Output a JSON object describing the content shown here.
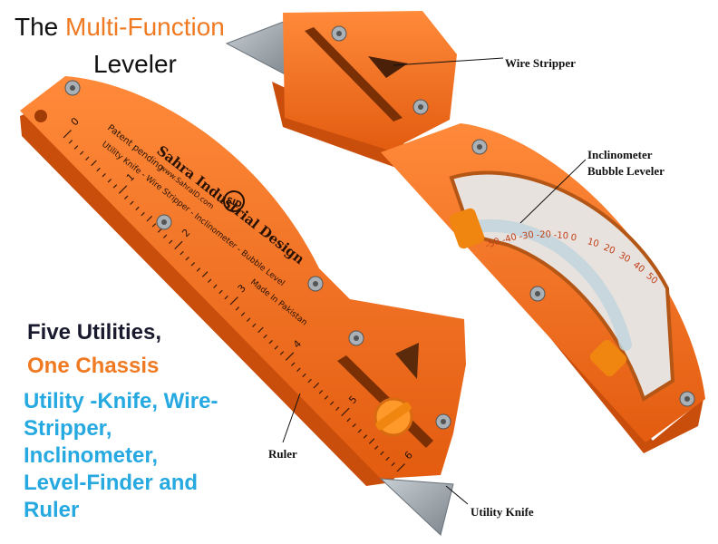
{
  "title": {
    "prefix": "The ",
    "accent": "Multi-Function",
    "line2": "Leveler"
  },
  "tagline": {
    "line1": "Five Utilities,",
    "line2": "One Chassis"
  },
  "uses": [
    "Utility -Knife, Wire-",
    "Stripper,",
    "Inclinometer,",
    "Level-Finder and",
    "Ruler"
  ],
  "callouts": {
    "wire_stripper": "Wire Stripper",
    "inclinometer_line1": "Inclinometer",
    "inclinometer_line2": "Bubble Leveler",
    "ruler": "Ruler",
    "utility_knife": "Utility Knife"
  },
  "engraving": {
    "brand": "Sahra Industrial Design",
    "website": "www.SahraID.com",
    "patent": "Patent pending",
    "made_in": "Made In Pakistan",
    "features": "Utility Knife - Wire Stripper - Inclinometer - Bubble Level",
    "logo": "SID"
  },
  "ruler_marks": [
    "0",
    "1",
    "2",
    "3",
    "4",
    "5",
    "6"
  ],
  "dial_marks": [
    "-50",
    "-40",
    "-30",
    "-20",
    "-10",
    "0",
    "10",
    "20",
    "30",
    "40",
    "50"
  ],
  "colors": {
    "body_orange": "#f26a1b",
    "body_shadow": "#c94e0c",
    "accent_text": "#f07a22",
    "blue_text": "#25a9e0",
    "blade": "#9aa3ab"
  }
}
